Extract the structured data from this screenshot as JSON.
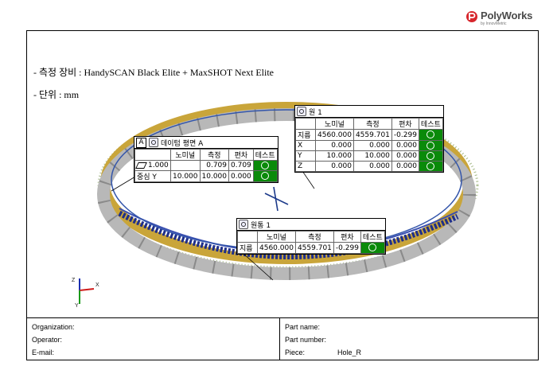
{
  "brand": {
    "name": "PolyWorks",
    "sub": "by InnovMetric",
    "accent": "#d7262c"
  },
  "spec": {
    "line1": "-  측정 장비  : HandySCAN Black Elite + MaxSHOT Next Elite",
    "line2": "-  단위 : mm"
  },
  "tables": {
    "datum": {
      "letter": "A",
      "title": "데이텀 평면 A",
      "headers": [
        "",
        "노미널",
        "측정",
        "편차",
        "테스트"
      ],
      "rows": [
        {
          "label": "1.000",
          "nominal": "",
          "measured": "0.709",
          "deviation": "0.709"
        },
        {
          "label": "중심 Y",
          "nominal": "10.000",
          "measured": "10.000",
          "deviation": "0.000"
        }
      ]
    },
    "circle": {
      "title": "원 1",
      "headers": [
        "",
        "노미널",
        "측정",
        "편차",
        "테스트"
      ],
      "rows": [
        {
          "label": "지름",
          "nominal": "4560.000",
          "measured": "4559.701",
          "deviation": "-0.299"
        },
        {
          "label": "X",
          "nominal": "0.000",
          "measured": "0.000",
          "deviation": "0.000"
        },
        {
          "label": "Y",
          "nominal": "10.000",
          "measured": "10.000",
          "deviation": "0.000"
        },
        {
          "label": "Z",
          "nominal": "0.000",
          "measured": "0.000",
          "deviation": "0.000"
        }
      ]
    },
    "cylinder": {
      "title": "원통 1",
      "headers": [
        "",
        "노미널",
        "측정",
        "편차",
        "테스트"
      ],
      "rows": [
        {
          "label": "지름",
          "nominal": "4560.000",
          "measured": "4559.701",
          "deviation": "-0.299"
        }
      ]
    }
  },
  "axes": {
    "z": "Z",
    "x": "X",
    "y": "Y"
  },
  "footer": {
    "organization": "Organization:",
    "operator": "Operator:",
    "email": "E-mail:",
    "part_name": "Part name:",
    "part_number": "Part number:",
    "piece_label": "Piece:",
    "piece_value": "Hole_R"
  },
  "colors": {
    "pass": "#0a8a0a",
    "ring_gold": "#c9a53a",
    "ring_grey": "#b8b8b8",
    "scan_blue": "#1f2f8a"
  }
}
